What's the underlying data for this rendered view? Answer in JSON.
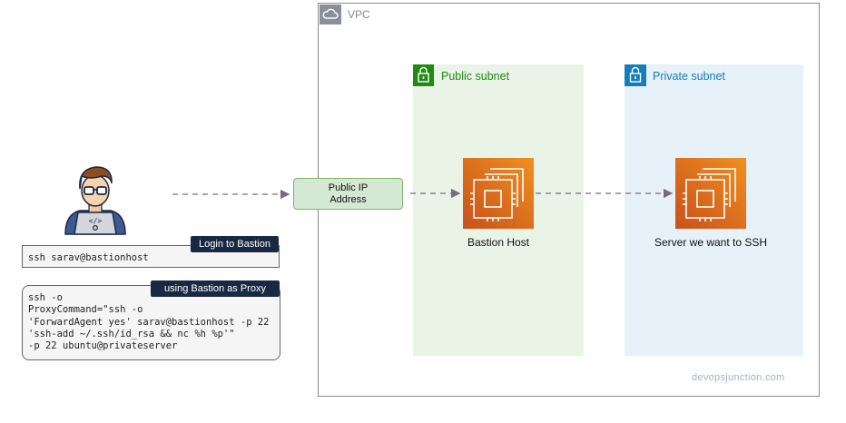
{
  "vpc": {
    "label": "VPC",
    "icon": "cloud-icon"
  },
  "public_subnet": {
    "label": "Public subnet",
    "icon": "lock-icon",
    "color": "#248814"
  },
  "private_subnet": {
    "label": "Private subnet",
    "icon": "lock-icon",
    "color": "#147eba"
  },
  "public_ip": {
    "line1": "Public IP",
    "line2": "Address"
  },
  "bastion": {
    "label": "Bastion Host",
    "icon": "ec2-instance-icon"
  },
  "target": {
    "label": "Server we want to SSH",
    "icon": "ec2-instance-icon"
  },
  "user": {
    "icon": "developer-laptop-icon"
  },
  "login": {
    "tag": "Login to Bastion",
    "command": "ssh sarav@bastionhost"
  },
  "proxy": {
    "tag": "using Bastion as Proxy",
    "command": "ssh -o\nProxyCommand=\"ssh -o\n'ForwardAgent yes' sarav@bastionhost -p 22\n'ssh-add ~/.ssh/id_rsa && nc %h %p'\"\n-p 22 ubuntu@privateserver"
  },
  "watermark": "devopsjunction.com",
  "colors": {
    "accent_orange": "#e7731f",
    "tag_bg": "#1a2943",
    "arrow": "#7a6a80"
  }
}
